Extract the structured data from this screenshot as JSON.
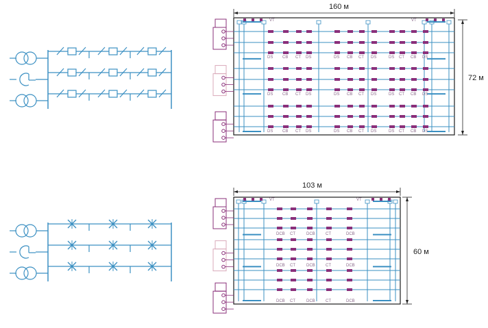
{
  "colors": {
    "line": "#3a8fc2",
    "frame": "#1a1a1a",
    "equipment": "#8a2f7a",
    "equipment_light": "#c9a2c4",
    "label": "#8a6a8a",
    "placeholder_border": "#d9a9b9",
    "text": "#222222"
  },
  "top_section": {
    "layout": {
      "width_label": "160 м",
      "height_label": "72 м",
      "vt_label": "VT",
      "row_labels": [
        "DS",
        "CB",
        "CT",
        "DS",
        "DS",
        "CB",
        "CT",
        "DS",
        "DS",
        "CT",
        "CB",
        "DS"
      ]
    },
    "schematic": {
      "switch_type": "disconnector-breaker",
      "rows": 3
    }
  },
  "bottom_section": {
    "layout": {
      "width_label": "103 м",
      "height_label": "60 м",
      "vt_label": "VT",
      "row_labels": [
        "DCB",
        "CT",
        "DCB",
        "CT",
        "DCB"
      ]
    },
    "schematic": {
      "switch_type": "disconnecting-circuit-breaker",
      "rows": 3
    }
  }
}
